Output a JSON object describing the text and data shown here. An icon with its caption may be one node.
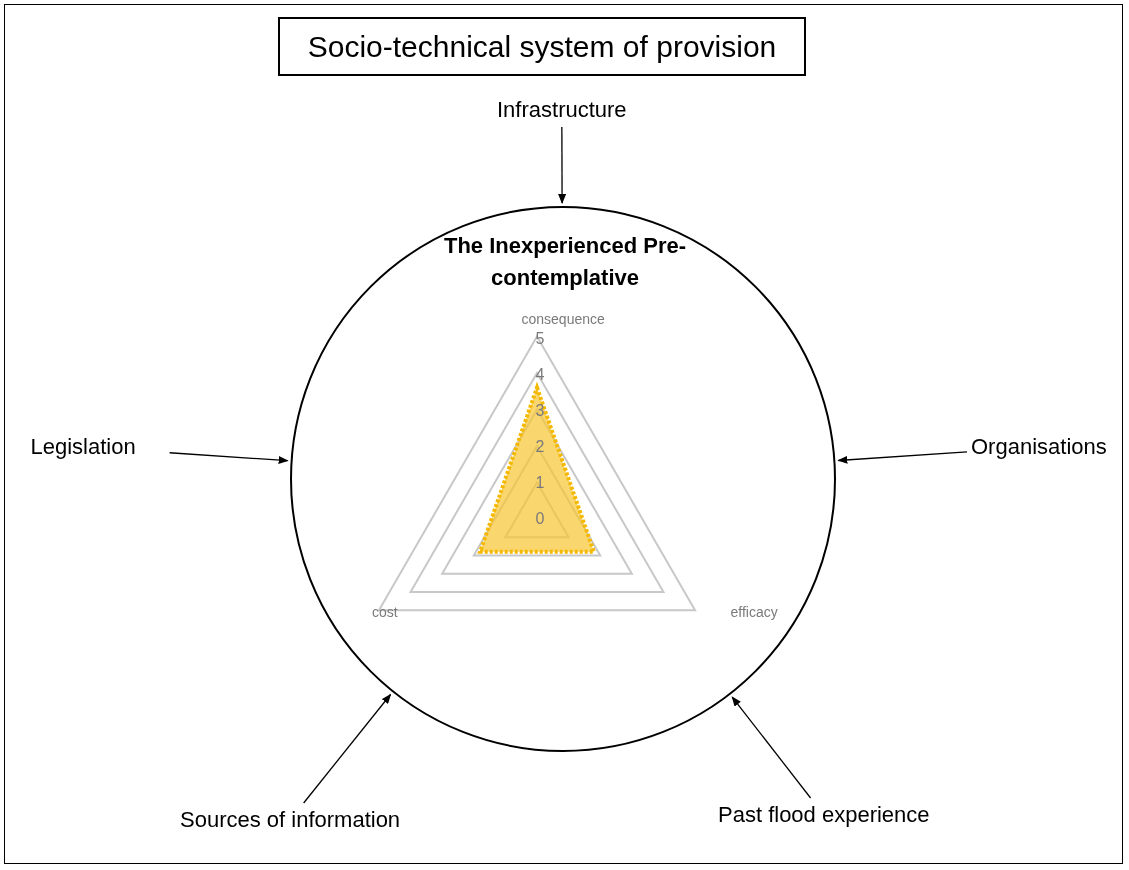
{
  "diagram": {
    "title": "Socio-technical system of provision",
    "nodes": [
      {
        "text": [
          "Infrastructure"
        ]
      },
      {
        "text": [
          "The Inexperienced Pre-contemplative"
        ]
      },
      {
        "text": [
          "Legislation"
        ]
      },
      {
        "text": [
          "Organisations"
        ]
      },
      {
        "text": [
          "Sources of information"
        ]
      },
      {
        "text": [
          "Past flood experience"
        ]
      }
    ],
    "edges": [
      {
        "from": 0,
        "to": 1,
        "arrow": "to"
      },
      {
        "from": 2,
        "to": 1,
        "arrow": "to"
      },
      {
        "from": 3,
        "to": 1,
        "arrow": "to"
      },
      {
        "from": 4,
        "to": 1,
        "arrow": "to"
      },
      {
        "from": 5,
        "to": 1,
        "arrow": "to"
      }
    ],
    "labels": [
      "consequence",
      "5",
      "4",
      "3",
      "2",
      "1",
      "0",
      "cost",
      "efficacy"
    ]
  }
}
